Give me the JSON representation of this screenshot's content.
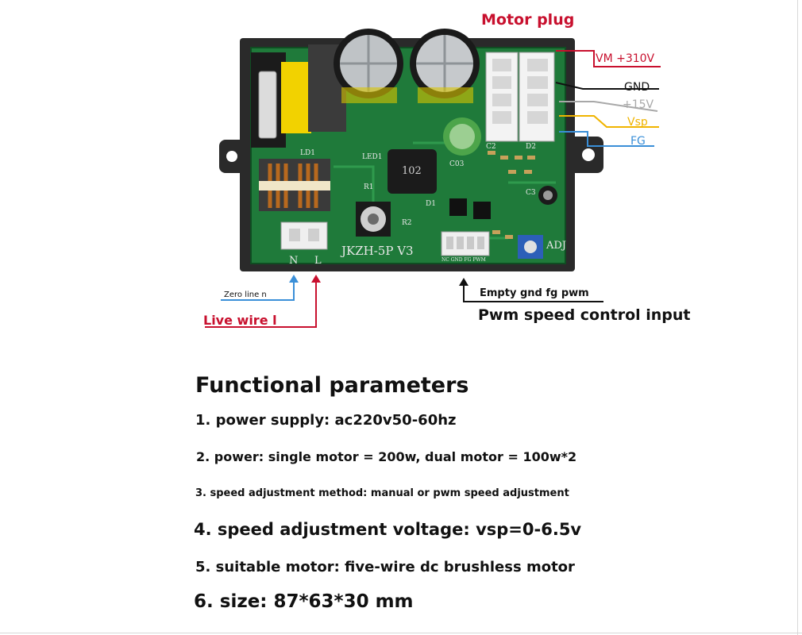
{
  "board_labels": {
    "motor_plug": "Motor plug",
    "vm": "VM +310V",
    "gnd": "GND",
    "v15": "+15V",
    "vsp": "Vsp",
    "fg": "FG",
    "zero_line": "Zero line n",
    "live_wire": "Live wire l",
    "connector_pins": "Empty gnd fg pwm",
    "pwm_input": "Pwm speed control input"
  },
  "pcb_silkscreen": {
    "model": "JKZH-5P V3",
    "n": "N",
    "l": "L",
    "adj": "ADJ",
    "inductor": "102",
    "led": "LED1",
    "r1": "R1",
    "ld1": "LD1",
    "c2": "C2",
    "c3": "C3",
    "c03": "C03",
    "d1": "D1",
    "r2": "R2",
    "d2": "D2",
    "header_pins": "NC GND FG PWM"
  },
  "params": {
    "title": "Functional parameters",
    "items": [
      "1. power supply: ac220v50-60hz",
      "2. power: single motor = 200w, dual motor = 100w*2",
      "3. speed adjustment method: manual or pwm speed adjustment",
      "4. speed adjustment voltage: vsp=0-6.5v",
      "5. suitable motor: five-wire dc brushless motor",
      "6. size: 87*63*30 mm"
    ]
  },
  "colors": {
    "red_label": "#c8102e",
    "black_label": "#111111",
    "gray_label": "#a8a8a8",
    "vsp_yellow": "#f0b400",
    "fg_blue": "#3a8fd8",
    "pcb_green": "#1f7a3a",
    "case_black": "#2a2a2a"
  }
}
